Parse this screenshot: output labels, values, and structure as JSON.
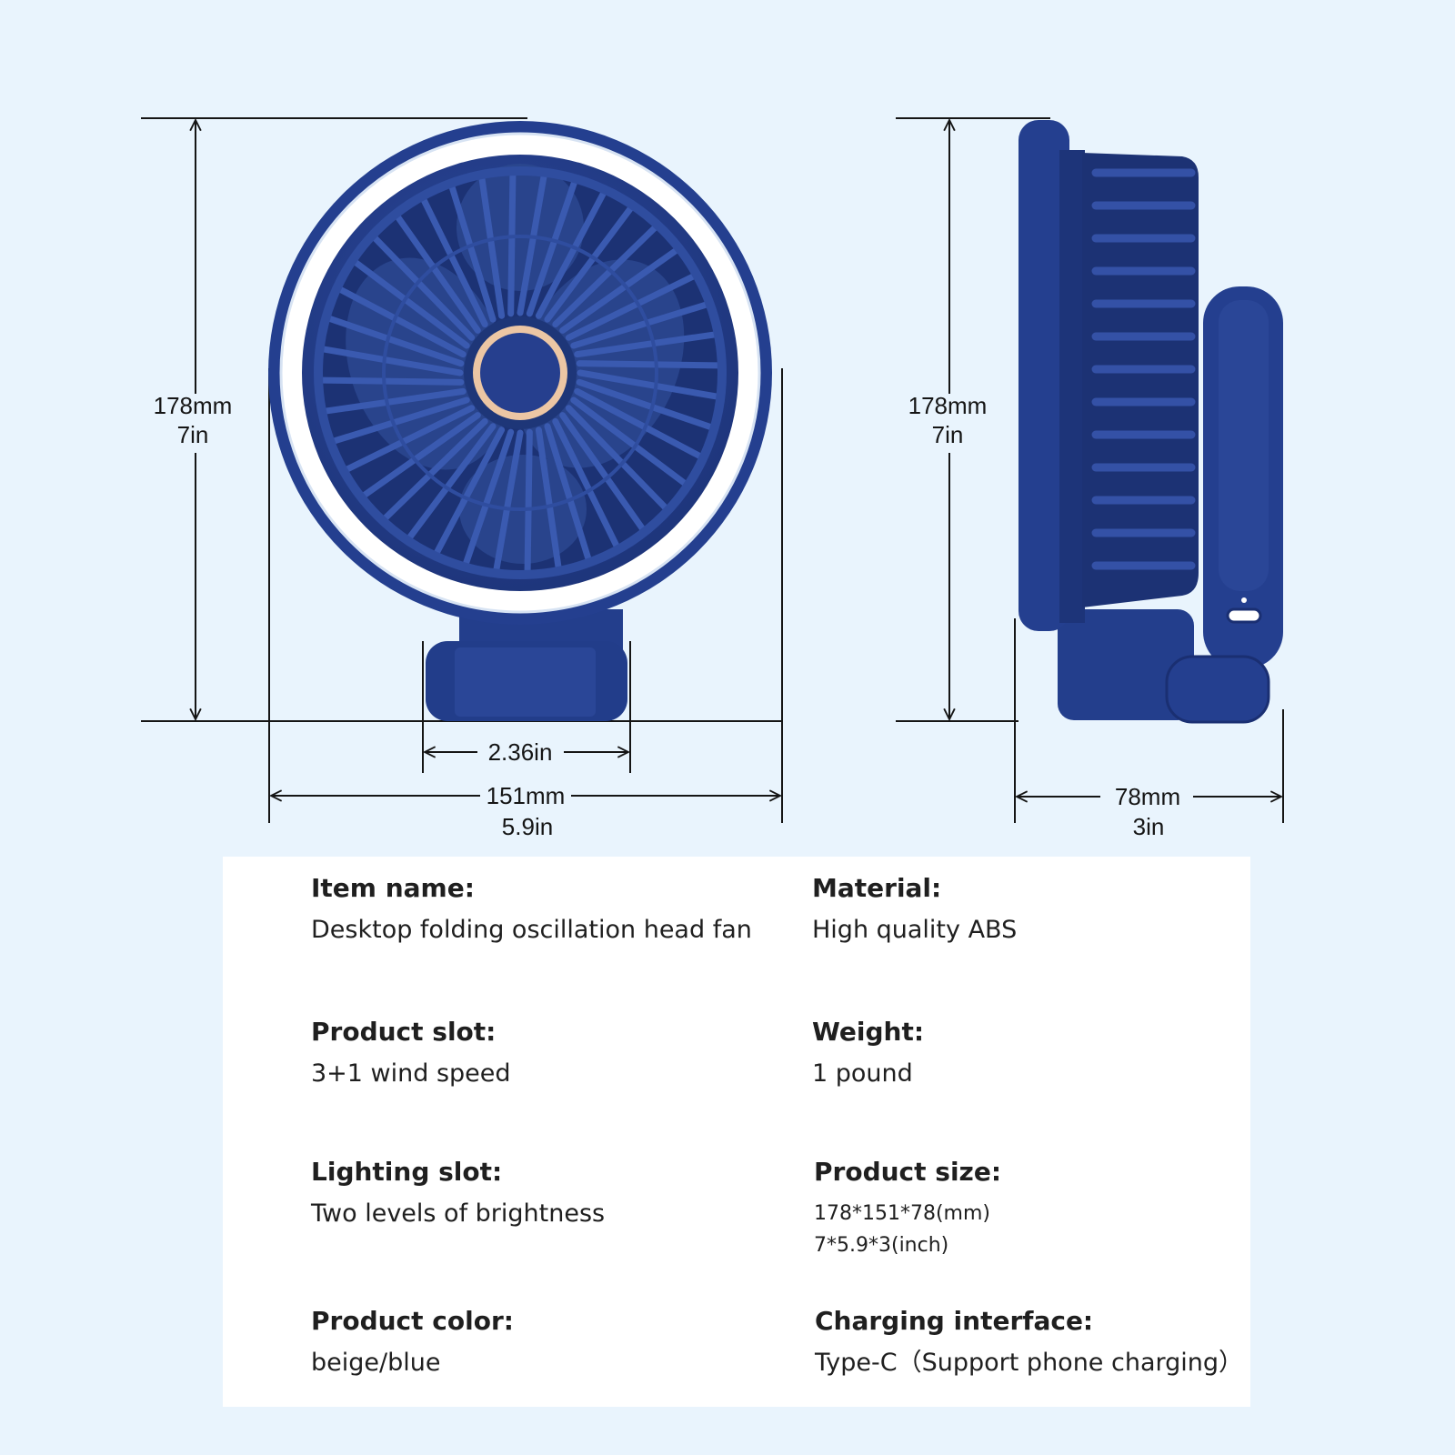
{
  "dimensions": {
    "front_height_mm": "178mm",
    "front_height_in": "7in",
    "side_height_mm": "178mm",
    "side_height_in": "7in",
    "base_width": "2.36in",
    "front_width_mm": "151mm",
    "front_width_in": "5.9in",
    "side_depth_mm": "78mm",
    "side_depth_in": "3in"
  },
  "specs": {
    "item_name": {
      "label": "Item name:",
      "value": "Desktop folding oscillation head fan"
    },
    "material": {
      "label": "Material:",
      "value": "High quality ABS"
    },
    "product_slot": {
      "label": "Product slot:",
      "value": "3+1 wind speed"
    },
    "weight": {
      "label": "Weight:",
      "value": "1 pound"
    },
    "lighting_slot": {
      "label": "Lighting slot:",
      "value": "Two levels of brightness"
    },
    "product_size": {
      "label": "Product size:",
      "value_mm": "178*151*78(mm)",
      "value_inch": "7*5.9*3(inch)"
    },
    "product_color": {
      "label": "Product color:",
      "value": "beige/blue"
    },
    "charging_interface": {
      "label": "Charging interface:",
      "value": "Type-C（Support  phone charging）"
    }
  },
  "colors": {
    "background": "#e9f4fd",
    "fan_blue": "#243f8f",
    "fan_dark": "#1a2f72",
    "light_ring": "#ffffff",
    "center_ring": "#e0b089"
  }
}
